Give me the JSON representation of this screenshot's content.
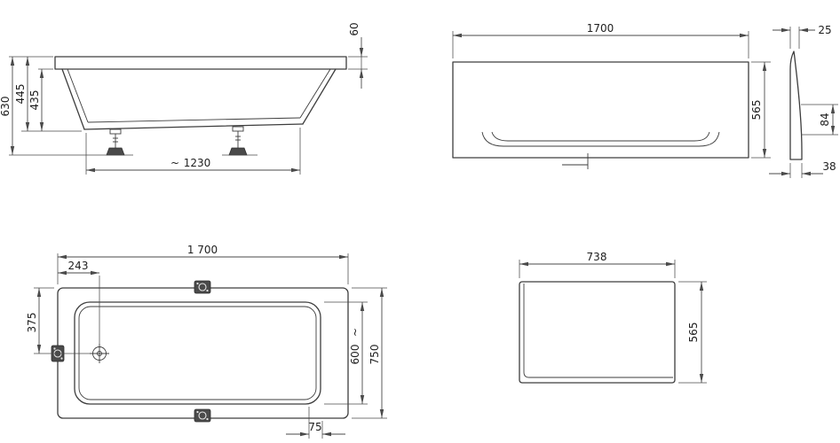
{
  "drawing": {
    "type": "bathtub-technical-dimension-drawing",
    "line_color": "#3d3d3d",
    "dim_color": "#4a4a4a",
    "background": "#ffffff",
    "views": {
      "side": {
        "label": "side-elevation",
        "dims": {
          "total_height": "630",
          "shell_height": "445",
          "inner_depth": "435",
          "rim_height": "60",
          "approx_mark": "~",
          "feet_span": "1230"
        }
      },
      "front_panel": {
        "label": "front-panel-elevation",
        "dims": {
          "width": "1700",
          "height": "565",
          "profile_top": "25",
          "profile_foot": "84",
          "profile_base": "38"
        }
      },
      "plan": {
        "label": "top-plan-view",
        "dims": {
          "length": "1 700",
          "drain_offset_x": "243",
          "drain_offset_y": "375",
          "width": "750",
          "approx_mark": "~",
          "inner_width": "600",
          "end_offset": "75"
        }
      },
      "end_panel": {
        "label": "end-panel-elevation",
        "dims": {
          "width": "738",
          "height": "565"
        }
      }
    }
  }
}
